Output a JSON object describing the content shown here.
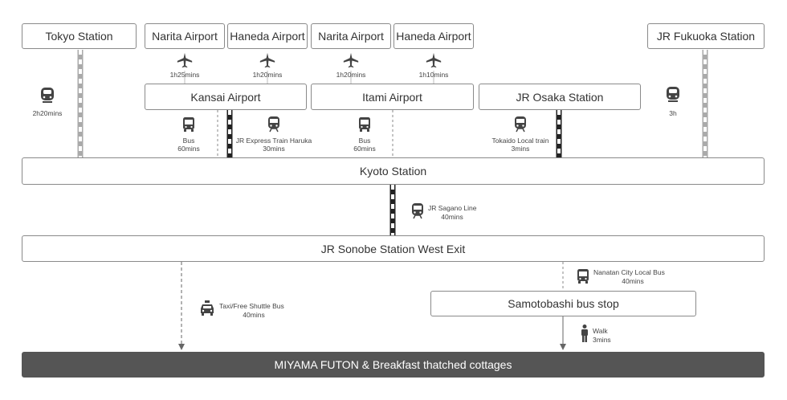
{
  "stations": {
    "tokyo": "Tokyo Station",
    "narita1": "Narita Airport",
    "haneda1": "Haneda  Airport",
    "narita2": "Narita Airport",
    "haneda2": "Haneda Airport",
    "fukuoka": "JR Fukuoka Station",
    "kansai": "Kansai  Airport",
    "itami": "Itami Airport",
    "osaka": "JR Osaka Station",
    "kyoto": "Kyoto Station",
    "sonobe": "JR Sonobe Station West Exit",
    "samotobashi": "Samotobashi bus stop",
    "destination": "MIYAMA FUTON & Breakfast thatched cottages"
  },
  "routes": {
    "tokyo_time": "2h20mins",
    "flight1": "1h25mins",
    "flight2": "1h20mins",
    "flight3": "1h20mins",
    "flight4": "1h10mins",
    "fukuoka_time": "3h",
    "kansai_bus_mode": "Bus",
    "kansai_bus_time": "60mins",
    "haruka_mode": "JR Express Train Haruka",
    "haruka_time": "30mins",
    "itami_bus_mode": "Bus",
    "itami_bus_time": "60mins",
    "tokaido_mode": "Tokaido Local train",
    "tokaido_time": "3mins",
    "sagano_mode": "JR Sagano Line",
    "sagano_time": "40mins",
    "taxi_mode": "Taxi/Free Shuttle Bus",
    "taxi_time": "40mins",
    "nanatan_mode": "Nanatan City Local Bus",
    "nanatan_time": "40mins",
    "walk_mode": "Walk",
    "walk_time": "3mins"
  },
  "icons": [
    "shinkansen-icon",
    "airplane-icon",
    "bus-icon",
    "train-icon",
    "taxi-icon",
    "walk-icon"
  ]
}
